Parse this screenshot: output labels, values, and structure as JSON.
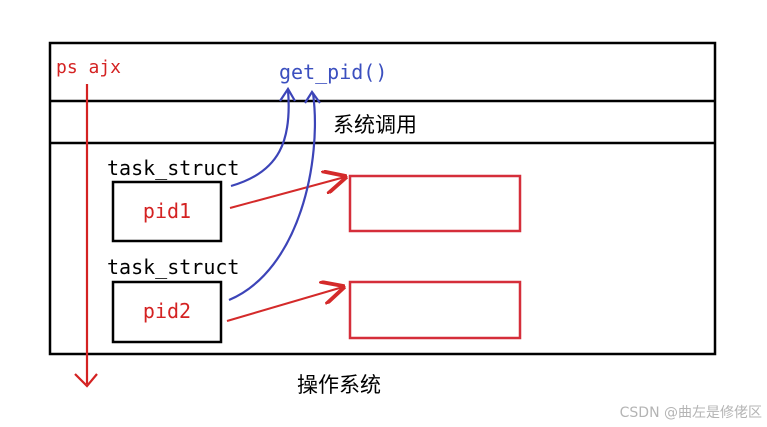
{
  "labels": {
    "command": "ps ajx",
    "syscall_func": "get_pid()",
    "syscall_layer": "系统调用",
    "struct_1": "task_struct",
    "struct_2": "task_struct",
    "pid_1": "pid1",
    "pid_2": "pid2",
    "os_caption": "操作系统",
    "watermark": "CSDN @曲左是修佬区"
  },
  "colors": {
    "outline": "#000000",
    "command_red": "#d42222",
    "syscall_blue": "#3b4fbf",
    "arrow_blue": "#3c44b8",
    "arrow_red": "#d42a2a",
    "target_box_red": "#d52e3a",
    "watermark_gray": "#b4b4b4"
  }
}
